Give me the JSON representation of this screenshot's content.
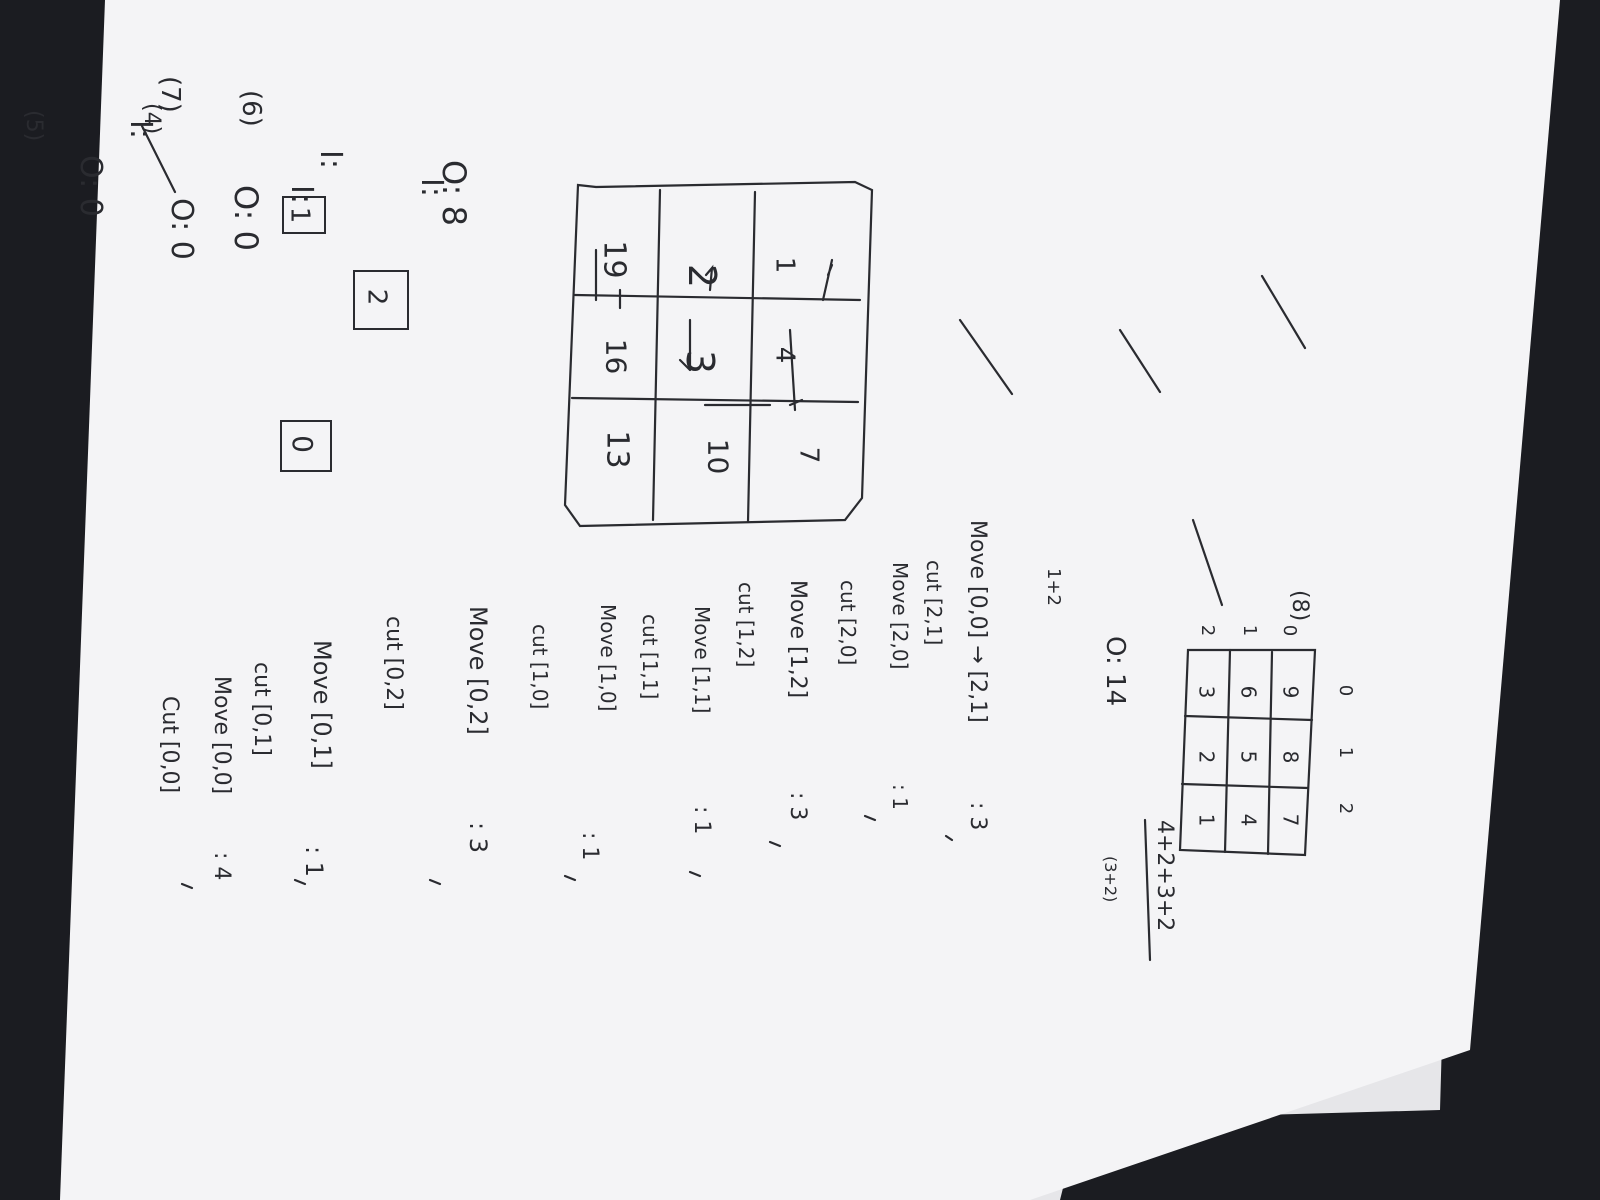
{
  "photo": {
    "colors": {
      "background": "#1b1c21",
      "paper": "#f4f4f6",
      "ink": "#2a2b30"
    }
  },
  "notes": {
    "p4": {
      "label": "(4)",
      "input_prefix": "I:",
      "input_box": "1",
      "output": "O: 0"
    },
    "p5": {
      "label": "(5)",
      "input_prefix": "I:",
      "input_box": "2",
      "output": "O: 0"
    },
    "p6": {
      "label": "(6)",
      "input_prefix": "I:",
      "input_box": "0",
      "output": "O: 0"
    },
    "p7": {
      "label": "(7)",
      "input_prefix": "I:",
      "output": "O: 8",
      "grid_rows": [
        [
          "1",
          "4",
          "7"
        ],
        [
          "2",
          "3",
          "10"
        ],
        [
          "19",
          "16",
          "13"
        ]
      ]
    },
    "p8": {
      "label": "(8)",
      "col_headers": [
        "0",
        "1",
        "2"
      ],
      "row_headers": [
        "0",
        "1",
        "2"
      ],
      "grid_rows": [
        [
          "9",
          "8",
          "7"
        ],
        [
          "6",
          "5",
          "4"
        ],
        [
          "3",
          "2",
          "1"
        ]
      ],
      "output": "O: 14",
      "sum": "4+2+3+2",
      "sum_note": "(3+2)",
      "side_note": "1+2"
    },
    "steps": [
      {
        "action": "Move [0,0] → [2,1]",
        "value": ": 3"
      },
      {
        "action": "cut [2,1]",
        "value": ""
      },
      {
        "action": "Move [2,0]",
        "value": ": 1"
      },
      {
        "action": "cut [2,0]",
        "value": ""
      },
      {
        "action": "Move [1,2]",
        "value": ": 3"
      },
      {
        "action": "cut [1,2]",
        "value": ""
      },
      {
        "action": "Move [1,1]",
        "value": ": 1"
      },
      {
        "action": "cut [1,1]",
        "value": ""
      },
      {
        "action": "Move [1,0]",
        "value": ": 1"
      },
      {
        "action": "cut [1,0]",
        "value": ""
      },
      {
        "action": "Move [0,2]",
        "value": ": 3"
      },
      {
        "action": "cut [0,2]",
        "value": ""
      },
      {
        "action": "Move [0,1]",
        "value": ": 1"
      },
      {
        "action": "cut [0,1]",
        "value": ""
      },
      {
        "action": "Move [0,0]",
        "value": ": 4"
      },
      {
        "action": "Cut [0,0]",
        "value": ""
      }
    ]
  }
}
